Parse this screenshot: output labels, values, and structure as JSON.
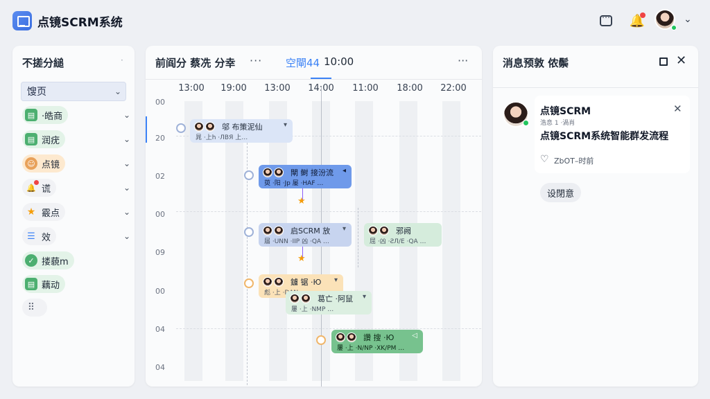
{
  "app": {
    "title": "点镜SCRM系统"
  },
  "left": {
    "title": "不搓分縋",
    "more": "·",
    "items": [
      {
        "label": "馊页",
        "icon": "",
        "bg": "#e6ebf6",
        "icon_bg": ""
      },
      {
        "label": "·皓商",
        "icon": "▤",
        "bg": "#e3f3e8",
        "icon_bg": "#4caf70"
      },
      {
        "label": "润疣",
        "icon": "▤",
        "bg": "#e3f3e8",
        "icon_bg": "#4caf70"
      },
      {
        "label": "点镜",
        "icon": "☺",
        "bg": "#fde9cf",
        "icon_bg": "#e8a15a"
      },
      {
        "label": "谎",
        "icon": "🔔",
        "bg": "#f1f2f5",
        "icon_bg": ""
      },
      {
        "label": "霰点",
        "icon": "★",
        "bg": "#f1f2f5",
        "icon_bg": ""
      },
      {
        "label": "效",
        "icon": "☰",
        "bg": "#f1f2f5",
        "icon_bg": ""
      },
      {
        "label": "搂藐m",
        "icon": "✓",
        "bg": "#e3f3e8",
        "icon_bg": "#4caf70"
      },
      {
        "label": "藕动",
        "icon": "▤",
        "bg": "#e3f3e8",
        "icon_bg": "#4caf70"
      },
      {
        "label": "",
        "icon": "⠿",
        "bg": "#f1f2f5",
        "icon_bg": ""
      }
    ]
  },
  "middle": {
    "title": "前阎分 蔡冼 分幸",
    "more1": "···",
    "time_selected": "空閘44",
    "time_value": "10:00",
    "more2": "···",
    "columns": [
      "13:00",
      "19:00",
      "13:00",
      "14:00",
      "11:00",
      "18:00",
      "22:00"
    ],
    "rows": [
      "00",
      "20",
      "02",
      "00",
      "09",
      "00",
      "04",
      "04"
    ],
    "cards": [
      {
        "title": "邬 布策泥仙",
        "sub": "晁 ·上h ·ЛВЯ 上…",
        "icon": "▾"
      },
      {
        "title": "閘 鲥 接汾流",
        "sub": "萸 ·阳 ·Jp 屡 ·HAF …",
        "icon": "◂"
      },
      {
        "title": "启SCRM 放",
        "sub": "届 ·UNN ·IIP 凶 ·QA …",
        "icon": "▾"
      },
      {
        "title": "邪阙",
        "sub": "屈 ·凶  ·ƧЛ/E ·QA …",
        "icon": ""
      },
      {
        "title": "鐪 锯 ·Ю",
        "sub": "彪 ·上 ·DAN …",
        "icon": "▾"
      },
      {
        "title": "葛亡 ·阿鼠",
        "sub": "屢 ·上 ·NMP …",
        "icon": "▾"
      },
      {
        "title": "讚 搜 ·Ю",
        "sub": "屢 ·上 ·N/NP ·XK/PM …",
        "icon": "◁"
      }
    ]
  },
  "right": {
    "title": "消息预敦 侬鬃",
    "message": {
      "name": "点镜SCRM",
      "sub": "浩息 1 ·渦肖",
      "title": "点镜SCRM系统智能群发流程",
      "time": "ZbOT–时前"
    },
    "settings_label": "设閉意"
  },
  "colors": {
    "accent": "#3b82f6",
    "status_online": "#22c55e",
    "alert": "#ef4444"
  }
}
